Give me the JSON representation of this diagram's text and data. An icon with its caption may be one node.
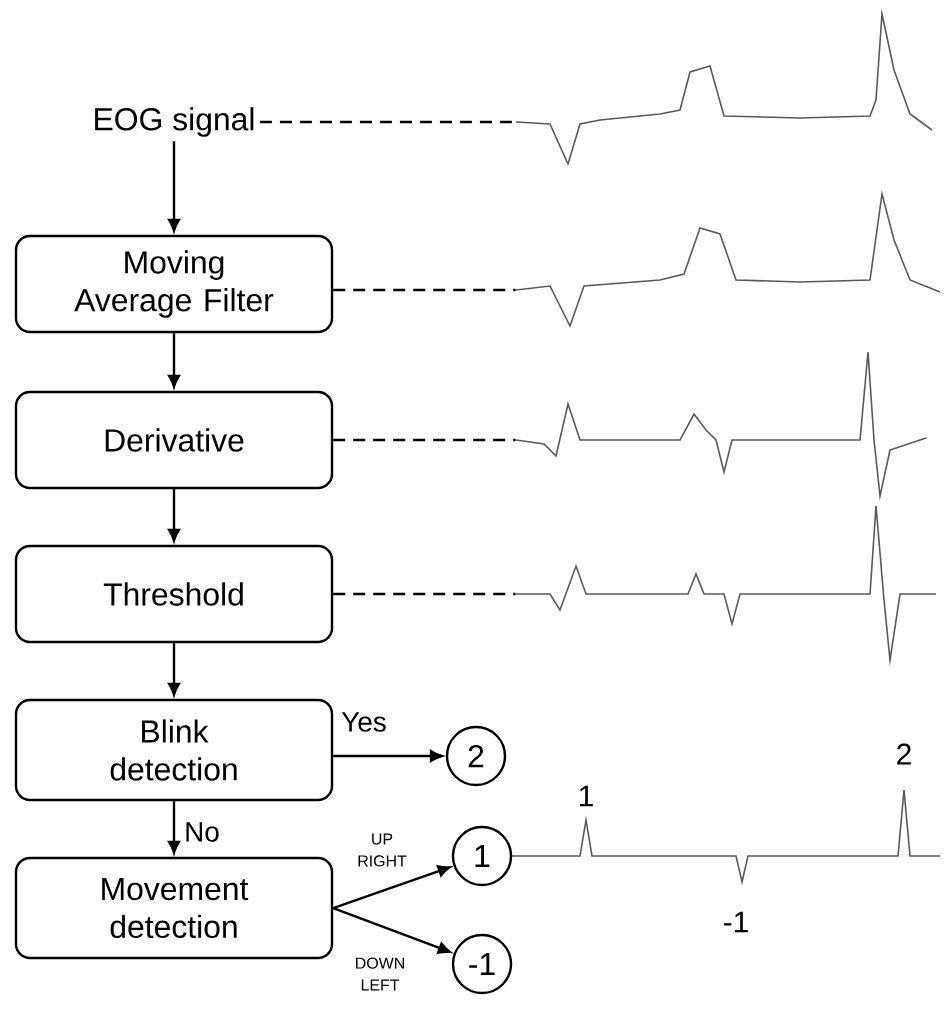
{
  "diagram": {
    "nodes": [
      {
        "text": [
          "EOG signal"
        ]
      },
      {
        "text": [
          "Moving Average Filter"
        ]
      },
      {
        "text": [
          "Derivative"
        ]
      },
      {
        "text": [
          "Threshold"
        ]
      },
      {
        "text": [
          "Blink detection"
        ]
      },
      {
        "text": [
          "Movement detection"
        ]
      },
      {
        "text": [
          "2"
        ]
      },
      {
        "text": [
          "1"
        ]
      },
      {
        "text": [
          "-1"
        ]
      },
      {
        "text": [],
        "shape": "picture"
      },
      {
        "text": [],
        "shape": "picture"
      },
      {
        "text": [],
        "shape": "picture"
      },
      {
        "text": [],
        "shape": "picture"
      }
    ],
    "edges": [
      {
        "from": 0,
        "to": 1,
        "arrow": "to"
      },
      {
        "from": 1,
        "to": 2,
        "arrow": "to"
      },
      {
        "from": 2,
        "to": 3,
        "arrow": "to"
      },
      {
        "from": 3,
        "to": 4,
        "arrow": "to"
      },
      {
        "from": 4,
        "to": 6,
        "arrow": "to",
        "label": "Yes"
      },
      {
        "from": 4,
        "to": 5,
        "arrow": "to",
        "label": "No"
      },
      {
        "from": 5,
        "to": 7,
        "arrow": "to",
        "label": "UP RIGHT"
      },
      {
        "from": 5,
        "to": 8,
        "arrow": "to",
        "label": "DOWN LEFT"
      },
      {
        "from": 0,
        "to": 9,
        "arrow": "none",
        "style": "dashed"
      },
      {
        "from": 1,
        "to": 10,
        "arrow": "none",
        "style": "dashed"
      },
      {
        "from": 2,
        "to": 11,
        "arrow": "none",
        "style": "dashed"
      },
      {
        "from": 3,
        "to": 12,
        "arrow": "none",
        "style": "dashed"
      }
    ],
    "labels": [
      "2",
      "1",
      "-1"
    ]
  }
}
